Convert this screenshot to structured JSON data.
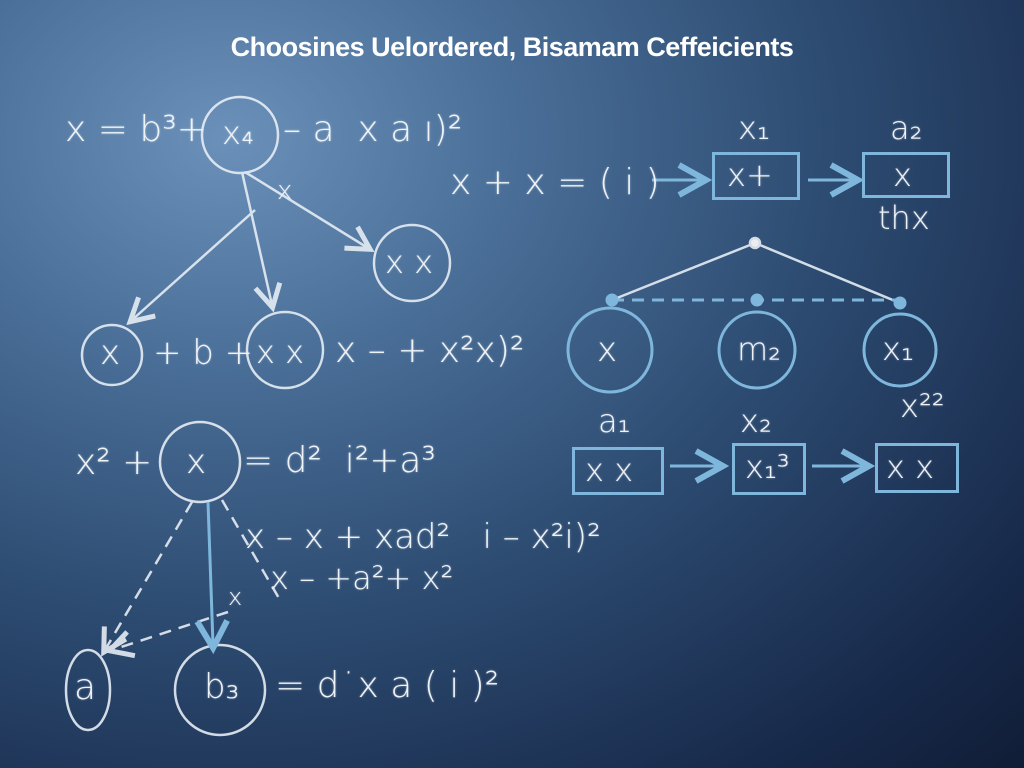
{
  "title": "Choosines Uelordered, Bisamam Ceffeicients",
  "left": {
    "eq1_a": "x = b³+",
    "eq1_node": "x₄",
    "eq1_b": "– a  x a ı)²",
    "arrow_label": "x",
    "node_xx": "x x",
    "eq2_node1": "x",
    "eq2_a": "+ b +",
    "eq2_node2": "x x",
    "eq2_b": "x – + x²x)²",
    "eq3_a": "x² +",
    "eq3_node": "x",
    "eq3_b": "= d²  i²+a³",
    "eq4": "x – x + xad²   i – x²i)²",
    "eq5": "x – +a²+ x²",
    "dash_label": "x",
    "node_a": "a",
    "node_b3": "b₃",
    "eq6": "= d˙x a ( i )²"
  },
  "right": {
    "eq": "x + x = ( i )",
    "box1_label": "x₁",
    "box1": "x+",
    "box2_label": "a₂",
    "box2": "x",
    "box2_below": "thx",
    "tree_nodes": [
      "x",
      "m₂",
      "x₁"
    ],
    "row_labels": [
      "a₁",
      "x₂",
      "x²²"
    ],
    "row_boxes": [
      "x x",
      "x₁³",
      "x x"
    ]
  },
  "colors": {
    "chalk": "#eef3f8",
    "blue_chalk": "#8cc3e6"
  }
}
